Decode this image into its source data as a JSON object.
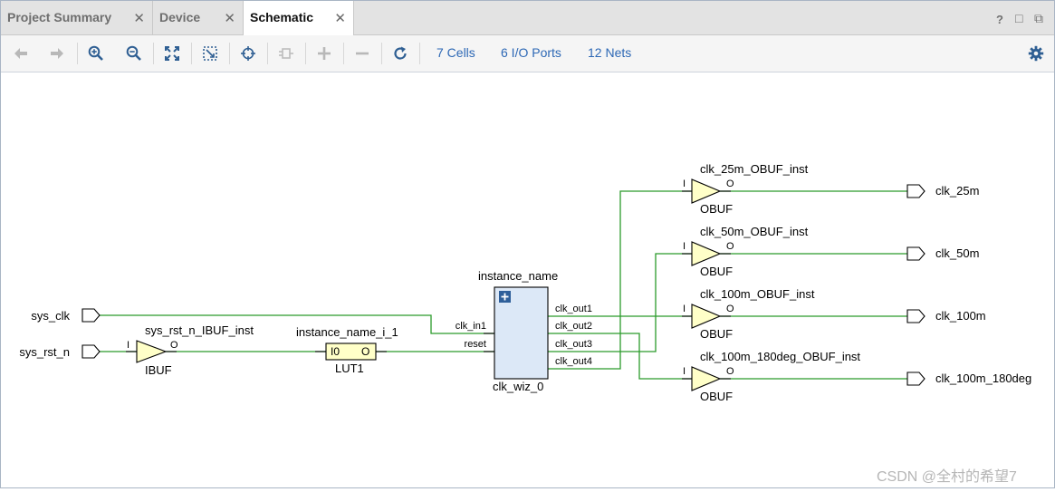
{
  "tabs": [
    {
      "label": "Project Summary",
      "active": false
    },
    {
      "label": "Device",
      "active": false
    },
    {
      "label": "Schematic",
      "active": true
    }
  ],
  "tab_close_glyph": "✕",
  "window_controls": {
    "help": "?",
    "restore": "□",
    "float": "⧉"
  },
  "toolbar": {
    "icons": [
      "back-arrow-icon",
      "forward-arrow-icon",
      "zoom-in-icon",
      "zoom-out-icon",
      "fit-view-icon",
      "zoom-fit-selection-icon",
      "select-target-icon",
      "route-icon",
      "expand-plus-icon",
      "collapse-minus-icon",
      "refresh-icon"
    ],
    "cells_link": "7 Cells",
    "ports_link": "6 I/O Ports",
    "nets_link": "12 Nets",
    "settings_icon": "gear-icon"
  },
  "schematic": {
    "wire_color": "#2b9b2b",
    "input_ports": [
      "sys_clk",
      "sys_rst_n"
    ],
    "ibuf": {
      "instance": "sys_rst_n_IBUF_inst",
      "type": "IBUF",
      "pin_in": "I",
      "pin_out": "O"
    },
    "lut": {
      "instance": "instance_name_i_1",
      "type": "LUT1",
      "pin_in": "I0",
      "pin_out": "O"
    },
    "clk_wiz": {
      "instance": "instance_name",
      "type": "clk_wiz_0",
      "inputs": [
        "clk_in1",
        "reset"
      ],
      "outputs": [
        "clk_out1",
        "clk_out2",
        "clk_out3",
        "clk_out4"
      ]
    },
    "obufs": [
      {
        "instance": "clk_25m_OBUF_inst",
        "type": "OBUF",
        "pin_in": "I",
        "pin_out": "O",
        "port": "clk_25m"
      },
      {
        "instance": "clk_50m_OBUF_inst",
        "type": "OBUF",
        "pin_in": "I",
        "pin_out": "O",
        "port": "clk_50m"
      },
      {
        "instance": "clk_100m_OBUF_inst",
        "type": "OBUF",
        "pin_in": "I",
        "pin_out": "O",
        "port": "clk_100m"
      },
      {
        "instance": "clk_100m_180deg_OBUF_inst",
        "type": "OBUF",
        "pin_in": "I",
        "pin_out": "O",
        "port": "clk_100m_180deg"
      }
    ]
  },
  "watermark": "CSDN @全村的希望7"
}
